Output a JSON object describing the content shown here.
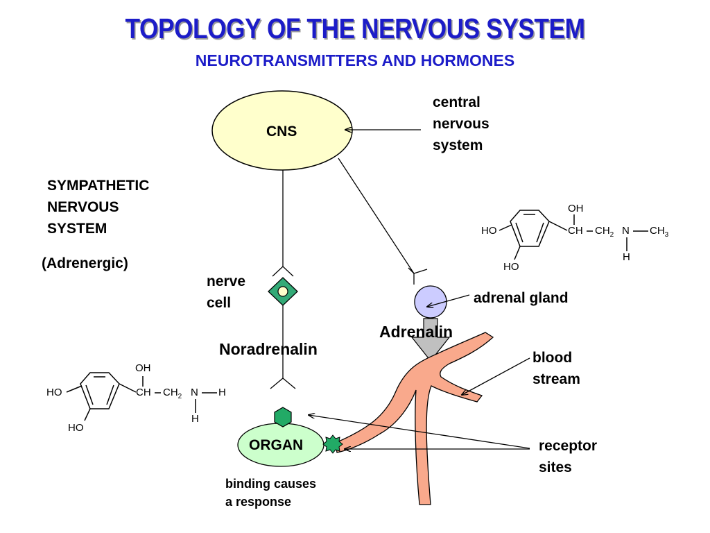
{
  "header": {
    "title": "TOPOLOGY OF THE NERVOUS SYSTEM",
    "subtitle": "NEUROTRANSMITTERS AND HORMONES"
  },
  "labels": {
    "cns": "CNS",
    "cns_desc": [
      "central",
      "nervous",
      "system"
    ],
    "sympathetic": [
      "SYMPATHETIC",
      "NERVOUS",
      "SYSTEM"
    ],
    "adrenergic": "(Adrenergic)",
    "nerve_cell": [
      "nerve",
      "cell"
    ],
    "adrenal_gland": "adrenal gland",
    "adrenalin": "Adrenalin",
    "noradrenalin": "Noradrenalin",
    "blood_stream": [
      "blood",
      "stream"
    ],
    "organ": "ORGAN",
    "receptor_sites": [
      "receptor",
      "sites"
    ],
    "binding": [
      "binding causes",
      "a response"
    ]
  },
  "adrenalin_structure": {
    "oh": "OH",
    "ho_top": "HO",
    "ho_bottom": "HO",
    "ch": "CH",
    "ch2": "CH",
    "sub2": "2",
    "n": "N",
    "ch3": "CH",
    "sub3": "3",
    "h": "H"
  },
  "noradrenalin_structure": {
    "oh": "OH",
    "ho_top": "HO",
    "ho_bottom": "HO",
    "ch": "CH",
    "ch2": "CH",
    "sub2": "2",
    "n": "N",
    "h_right": "H",
    "h_below": "H"
  },
  "colors": {
    "title": "#1c1cc8",
    "cns_fill": "#ffffcc",
    "organ_fill": "#ccffcc",
    "gland_fill": "#ccccff",
    "nerve_cell": "#33aa77",
    "blood": "#f9a98c",
    "receptor": "#22aa66",
    "arrow_grey": "#c0c0c0"
  }
}
